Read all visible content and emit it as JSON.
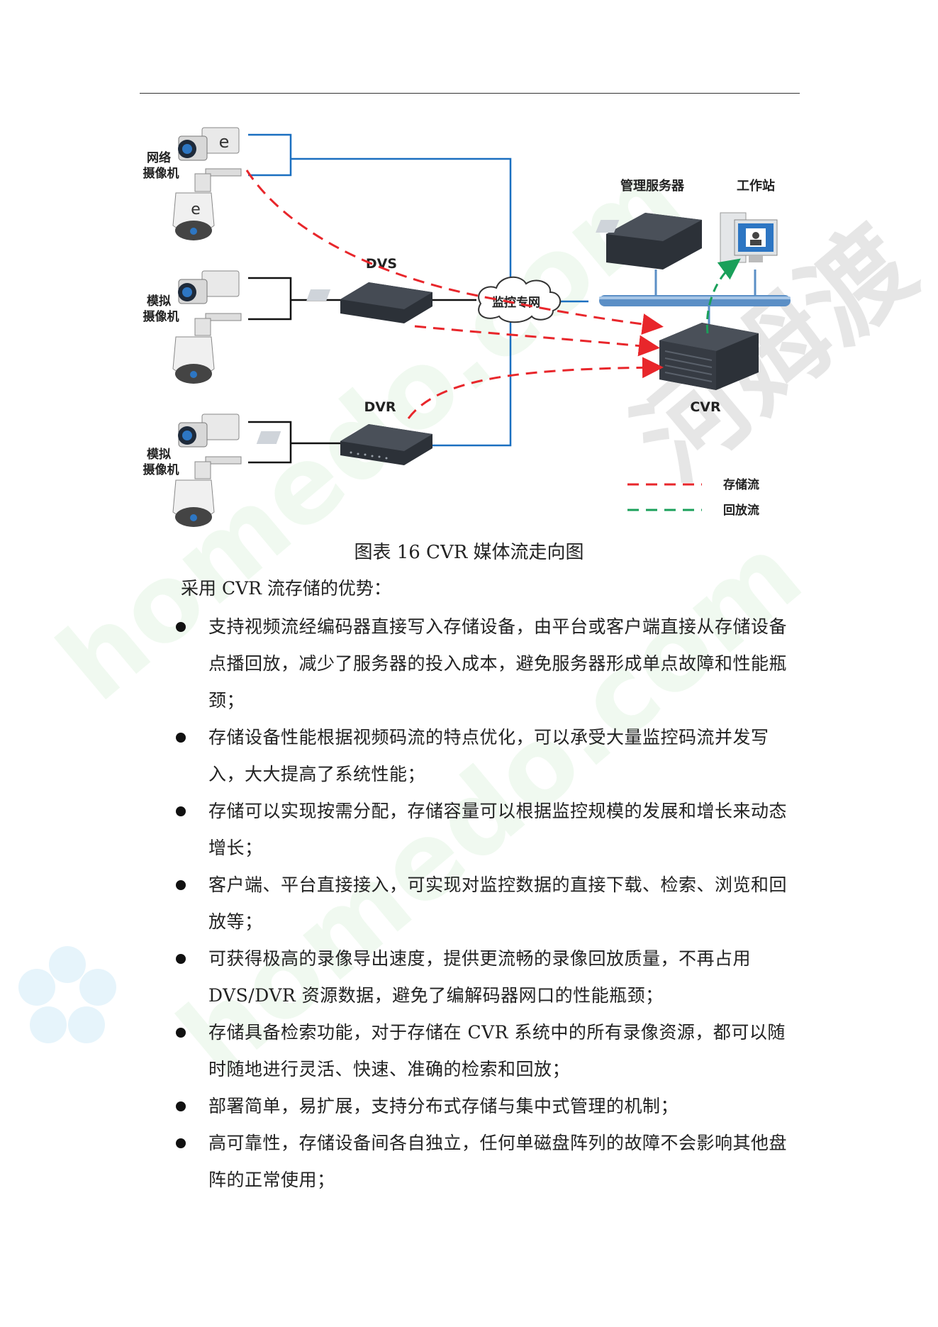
{
  "watermark": {
    "latin": "homedo.com",
    "cn": "河姆渡"
  },
  "figure": {
    "labels": {
      "network_camera": [
        "网络",
        "摄像机"
      ],
      "analog_camera_1": [
        "模拟",
        "摄像机"
      ],
      "analog_camera_2": [
        "模拟",
        "摄像机"
      ],
      "dvs": "DVS",
      "dvr": "DVR",
      "cvr": "CVR",
      "network": "监控专网",
      "mgmt_server": "管理服务器",
      "workstation": "工作站"
    },
    "legend": [
      {
        "label": "存储流",
        "color": "#e8262b"
      },
      {
        "label": "回放流",
        "color": "#1aa05a"
      }
    ],
    "colors": {
      "link": "#1a6fc0",
      "bus": "#5b8fc6"
    },
    "caption": "图表 16 CVR 媒体流走向图"
  },
  "intro": "采用 CVR 流存储的优势：",
  "bullets": [
    "支持视频流经编码器直接写入存储设备，由平台或客户端直接从存储设备点播回放，减少了服务器的投入成本，避免服务器形成单点故障和性能瓶颈；",
    "存储设备性能根据视频码流的特点优化，可以承受大量监控码流并发写入，大大提高了系统性能；",
    "存储可以实现按需分配，存储容量可以根据监控规模的发展和增长来动态增长；",
    "客户端、平台直接接入，可实现对监控数据的直接下载、检索、浏览和回放等；",
    "可获得极高的录像导出速度，提供更流畅的录像回放质量，不再占用 DVS/DVR 资源数据，避免了编解码器网口的性能瓶颈；",
    "存储具备检索功能，对于存储在 CVR 系统中的所有录像资源，都可以随时随地进行灵活、快速、准确的检索和回放；",
    "部署简单，易扩展，支持分布式存储与集中式管理的机制；",
    "高可靠性，存储设备间各自独立，任何单磁盘阵列的故障不会影响其他盘阵的正常使用；"
  ]
}
